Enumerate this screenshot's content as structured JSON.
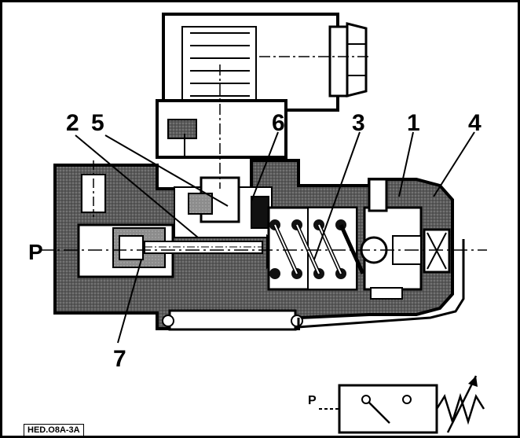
{
  "callouts": {
    "c1": "1",
    "c2": "2",
    "c3": "3",
    "c4": "4",
    "c5": "5",
    "c6": "6",
    "c7": "7"
  },
  "ports": {
    "pressure_port": "P",
    "symbol_port": "P"
  },
  "reference_code": "HED.O8A-3A"
}
